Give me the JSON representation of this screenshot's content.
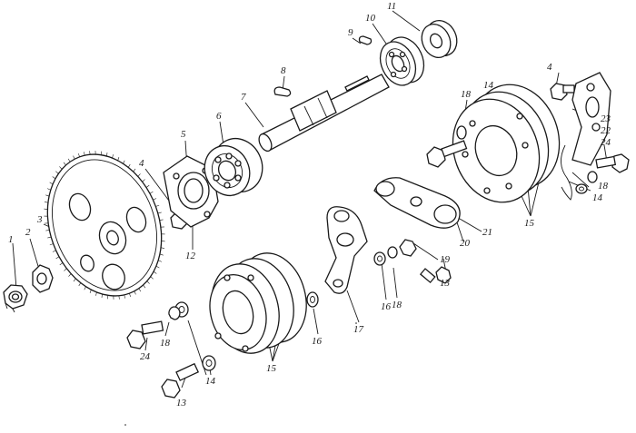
{
  "figure": {
    "labels": [
      {
        "id": "p1",
        "text": "1"
      },
      {
        "id": "p2",
        "text": "2"
      },
      {
        "id": "p3",
        "text": "3"
      },
      {
        "id": "p4a",
        "text": "4"
      },
      {
        "id": "p4b",
        "text": "4"
      },
      {
        "id": "p5",
        "text": "5"
      },
      {
        "id": "p6",
        "text": "6"
      },
      {
        "id": "p7",
        "text": "7"
      },
      {
        "id": "p8",
        "text": "8"
      },
      {
        "id": "p9",
        "text": "9"
      },
      {
        "id": "p10",
        "text": "10"
      },
      {
        "id": "p11",
        "text": "11"
      },
      {
        "id": "p12",
        "text": "12"
      },
      {
        "id": "p13a",
        "text": "13"
      },
      {
        "id": "p13b",
        "text": "13"
      },
      {
        "id": "p14a",
        "text": "14"
      },
      {
        "id": "p14b",
        "text": "14"
      },
      {
        "id": "p14c",
        "text": "14"
      },
      {
        "id": "p15a",
        "text": "15"
      },
      {
        "id": "p15b",
        "text": "15"
      },
      {
        "id": "p16a",
        "text": "16"
      },
      {
        "id": "p16b",
        "text": "16"
      },
      {
        "id": "p17",
        "text": "17"
      },
      {
        "id": "p18a",
        "text": "18"
      },
      {
        "id": "p18b",
        "text": "18"
      },
      {
        "id": "p18c",
        "text": "18"
      },
      {
        "id": "p18d",
        "text": "18"
      },
      {
        "id": "p19",
        "text": "19"
      },
      {
        "id": "p20",
        "text": "20"
      },
      {
        "id": "p21",
        "text": "21"
      },
      {
        "id": "p22",
        "text": "22"
      },
      {
        "id": "p23",
        "text": "23"
      },
      {
        "id": "p24a",
        "text": "24"
      },
      {
        "id": "p24b",
        "text": "24"
      }
    ]
  }
}
